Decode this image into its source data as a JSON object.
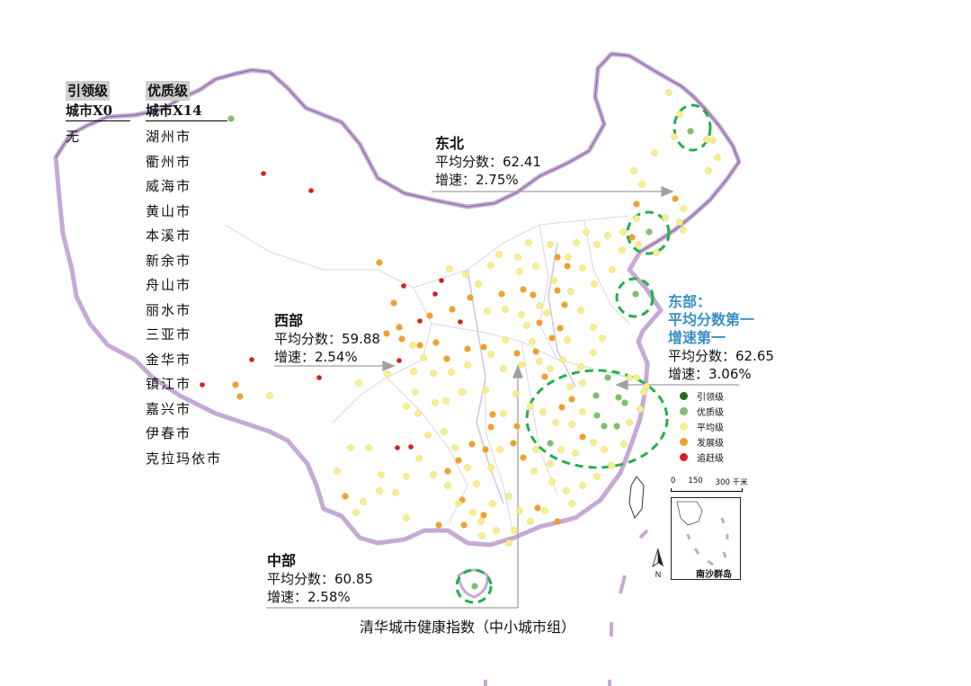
{
  "title": "清华城市健康指数（中小城市组）",
  "tiers": {
    "leading": {
      "label": "引领级",
      "count_label": "城市X0",
      "cities": [
        "无"
      ]
    },
    "quality": {
      "label": "优质级",
      "count_label": "城市X14",
      "cities": [
        "湖州市",
        "衢州市",
        "威海市",
        "黄山市",
        "本溪市",
        "新余市",
        "舟山市",
        "丽水市",
        "三亚市",
        "金华市",
        "镇江市",
        "嘉兴市",
        "伊春市",
        "克拉玛依市"
      ]
    }
  },
  "regions": {
    "northeast": {
      "name": "东北",
      "avg_label": "平均分数：62.41",
      "growth_label": "增速：2.75%",
      "avg": 62.41,
      "growth_pct": 2.75
    },
    "west": {
      "name": "西部",
      "avg_label": "平均分数：59.88",
      "growth_label": "增速：2.54%",
      "avg": 59.88,
      "growth_pct": 2.54
    },
    "central": {
      "name": "中部",
      "avg_label": "平均分数：60.85",
      "growth_label": "增速：2.58%",
      "avg": 60.85,
      "growth_pct": 2.58
    },
    "east": {
      "name": "东部：",
      "sub1": "平均分数第一",
      "sub2": "增速第一",
      "avg_label": "平均分数：62.65",
      "growth_label": "增速：3.06%",
      "avg": 62.65,
      "growth_pct": 3.06
    }
  },
  "legend": [
    {
      "label": "引领级",
      "color": "#1e6b1e"
    },
    {
      "label": "优质级",
      "color": "#7cc06a"
    },
    {
      "label": "平均级",
      "color": "#f5ee8c"
    },
    {
      "label": "发展级",
      "color": "#f0a030"
    },
    {
      "label": "追赶级",
      "color": "#d42020"
    }
  ],
  "scale": {
    "ticks": [
      "0",
      "150",
      "300 千米"
    ]
  },
  "inset_label": "南沙群岛",
  "compass_label": "N",
  "colors": {
    "border": "#b79ac8",
    "highlight": "#22b04a",
    "arrow": "#9a9a9a"
  }
}
